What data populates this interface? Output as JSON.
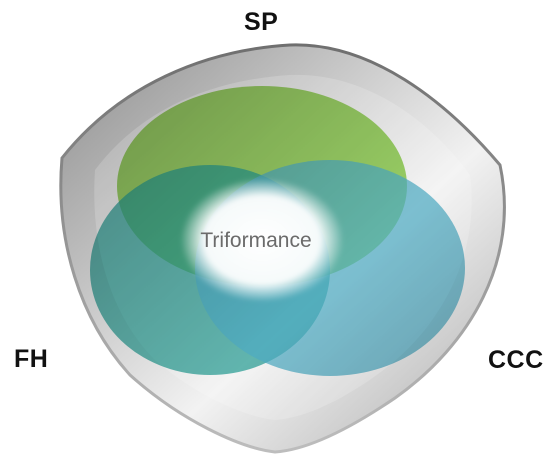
{
  "diagram": {
    "center_label": "Triformance",
    "circles": [
      {
        "key": "SP",
        "label": "SP",
        "color": "#8fd14f"
      },
      {
        "key": "FH",
        "label": "FH",
        "color": "#2aa39a"
      },
      {
        "key": "CCC",
        "label": "CCC",
        "color": "#52b3cc"
      }
    ],
    "shield_color": "#9e9e9e"
  }
}
